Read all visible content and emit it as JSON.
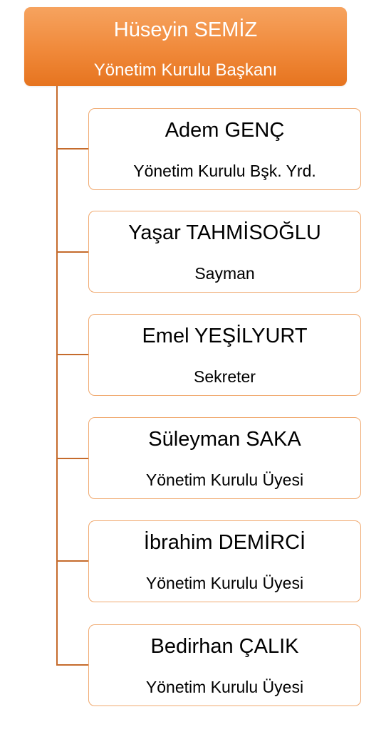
{
  "colors": {
    "accent": "#F0893A",
    "connector": "#C56B2C",
    "box_border": "#F0A96F"
  },
  "root": {
    "name": "Hüseyin SEMİZ",
    "title": "Yönetim Kurulu Başkanı"
  },
  "members": [
    {
      "name": "Adem GENÇ",
      "role": "Yönetim Kurulu Bşk. Yrd."
    },
    {
      "name": "Yaşar TAHMİSOĞLU",
      "role": "Sayman"
    },
    {
      "name": "Emel YEŞİLYURT",
      "role": "Sekreter"
    },
    {
      "name": "Süleyman SAKA",
      "role": "Yönetim Kurulu Üyesi"
    },
    {
      "name": "İbrahim DEMİRCİ",
      "role": "Yönetim Kurulu Üyesi"
    },
    {
      "name": "Bedirhan ÇALIK",
      "role": "Yönetim Kurulu Üyesi"
    }
  ]
}
